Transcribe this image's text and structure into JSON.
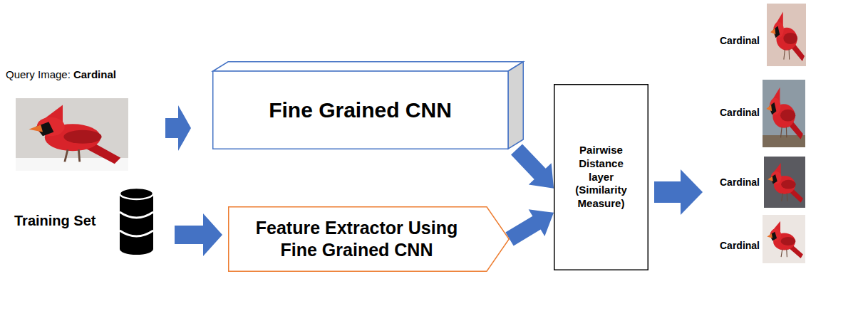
{
  "diagram": {
    "nodes": [
      {
        "text": [
          "Fine Grained CNN"
        ]
      },
      {
        "text": [
          "Feature Extractor Using Fine Grained CNN"
        ]
      },
      {
        "text": [
          "Pairwise Distance layer (Similarity Measure)"
        ]
      }
    ],
    "edges": [
      {
        "from": 0,
        "to": 2,
        "arrow": "to"
      },
      {
        "from": 1,
        "to": 2,
        "arrow": "to"
      }
    ],
    "labels": [
      "Query Image:",
      "Cardinal",
      "Training Set",
      "Cardinal",
      "Cardinal",
      "Cardinal",
      "Cardinal"
    ]
  }
}
